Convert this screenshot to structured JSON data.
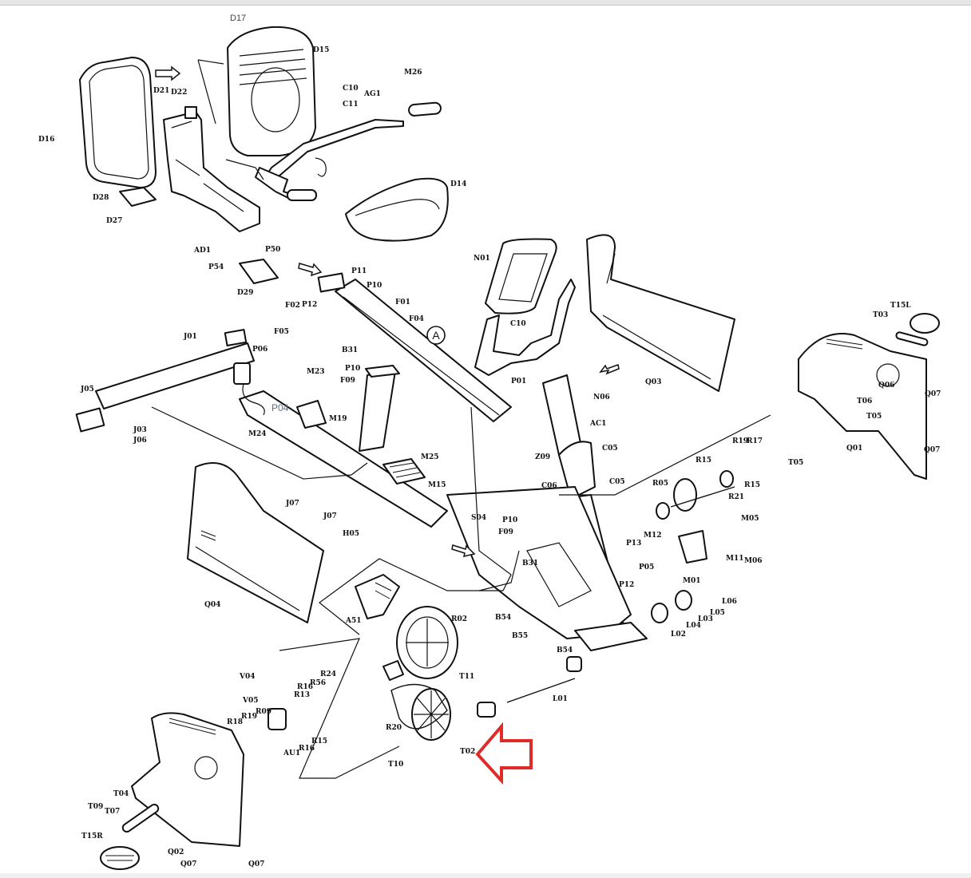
{
  "diagram": {
    "callout_letter": "A",
    "highlight_color": "#e12a2a",
    "labels": [
      {
        "id": "d17",
        "text": "D17"
      },
      {
        "id": "d15",
        "text": "D15"
      },
      {
        "id": "d16",
        "text": "D16"
      },
      {
        "id": "d21",
        "text": "D21"
      },
      {
        "id": "d22",
        "text": "D22"
      },
      {
        "id": "d28",
        "text": "D28"
      },
      {
        "id": "d27",
        "text": "D27"
      },
      {
        "id": "c10a",
        "text": "C10"
      },
      {
        "id": "c11",
        "text": "C11"
      },
      {
        "id": "ag1",
        "text": "AG1"
      },
      {
        "id": "m26",
        "text": "M26"
      },
      {
        "id": "d14",
        "text": "D14"
      },
      {
        "id": "ad1",
        "text": "AD1"
      },
      {
        "id": "p54",
        "text": "P54"
      },
      {
        "id": "p50",
        "text": "P50"
      },
      {
        "id": "d29",
        "text": "D29"
      },
      {
        "id": "p11",
        "text": "P11"
      },
      {
        "id": "p10a",
        "text": "P10"
      },
      {
        "id": "f01",
        "text": "F01"
      },
      {
        "id": "f04",
        "text": "F04"
      },
      {
        "id": "f02",
        "text": "F02"
      },
      {
        "id": "p12a",
        "text": "P12"
      },
      {
        "id": "f05",
        "text": "F05"
      },
      {
        "id": "n01",
        "text": "N01"
      },
      {
        "id": "c10b",
        "text": "C10"
      },
      {
        "id": "q03",
        "text": "Q03"
      },
      {
        "id": "t15l",
        "text": "T15L"
      },
      {
        "id": "t03",
        "text": "T03"
      },
      {
        "id": "j01",
        "text": "J01"
      },
      {
        "id": "p06",
        "text": "P06"
      },
      {
        "id": "b31",
        "text": "B31"
      },
      {
        "id": "p10b",
        "text": "P10"
      },
      {
        "id": "f09a",
        "text": "F09"
      },
      {
        "id": "p01",
        "text": "P01"
      },
      {
        "id": "n06",
        "text": "N06"
      },
      {
        "id": "q06",
        "text": "Q06"
      },
      {
        "id": "t06",
        "text": "T06"
      },
      {
        "id": "t05a",
        "text": "T05"
      },
      {
        "id": "q07a",
        "text": "Q07"
      },
      {
        "id": "j05",
        "text": "J05"
      },
      {
        "id": "m23",
        "text": "M23"
      },
      {
        "id": "p04",
        "text": "P04"
      },
      {
        "id": "m24",
        "text": "M24"
      },
      {
        "id": "m19",
        "text": "M19"
      },
      {
        "id": "ac1",
        "text": "AC1"
      },
      {
        "id": "c05a",
        "text": "C05"
      },
      {
        "id": "r19a",
        "text": "R19"
      },
      {
        "id": "r17",
        "text": "R17"
      },
      {
        "id": "t05b",
        "text": "T05"
      },
      {
        "id": "q01",
        "text": "Q01"
      },
      {
        "id": "q07b",
        "text": "Q07"
      },
      {
        "id": "j03",
        "text": "J03"
      },
      {
        "id": "j06",
        "text": "J06"
      },
      {
        "id": "z09",
        "text": "Z09"
      },
      {
        "id": "m25",
        "text": "M25"
      },
      {
        "id": "m15",
        "text": "M15"
      },
      {
        "id": "c06",
        "text": "C06"
      },
      {
        "id": "c05b",
        "text": "C05"
      },
      {
        "id": "r05",
        "text": "R05"
      },
      {
        "id": "r15a",
        "text": "R15"
      },
      {
        "id": "r15b",
        "text": "R15"
      },
      {
        "id": "r21",
        "text": "R21"
      },
      {
        "id": "m05",
        "text": "M05"
      },
      {
        "id": "j07a",
        "text": "J07"
      },
      {
        "id": "j07b",
        "text": "J07"
      },
      {
        "id": "h05",
        "text": "H05"
      },
      {
        "id": "s04",
        "text": "S04"
      },
      {
        "id": "p10c",
        "text": "P10"
      },
      {
        "id": "f09b",
        "text": "F09"
      },
      {
        "id": "p13",
        "text": "P13"
      },
      {
        "id": "m12",
        "text": "M12"
      },
      {
        "id": "p05",
        "text": "P05"
      },
      {
        "id": "p12b",
        "text": "P12"
      },
      {
        "id": "m11",
        "text": "M11"
      },
      {
        "id": "m06",
        "text": "M06"
      },
      {
        "id": "m01",
        "text": "M01"
      },
      {
        "id": "q04",
        "text": "Q04"
      },
      {
        "id": "b31b",
        "text": "B31"
      },
      {
        "id": "a51",
        "text": "A51"
      },
      {
        "id": "r02",
        "text": "R02"
      },
      {
        "id": "b54a",
        "text": "B54"
      },
      {
        "id": "b55",
        "text": "B55"
      },
      {
        "id": "b54b",
        "text": "B54"
      },
      {
        "id": "l06",
        "text": "L06"
      },
      {
        "id": "l05",
        "text": "L05"
      },
      {
        "id": "l03",
        "text": "L03"
      },
      {
        "id": "l04",
        "text": "L04"
      },
      {
        "id": "l02",
        "text": "L02"
      },
      {
        "id": "v04",
        "text": "V04"
      },
      {
        "id": "r24",
        "text": "R24"
      },
      {
        "id": "r16a",
        "text": "R16"
      },
      {
        "id": "r56",
        "text": "R56"
      },
      {
        "id": "r13",
        "text": "R13"
      },
      {
        "id": "t11",
        "text": "T11"
      },
      {
        "id": "l01",
        "text": "L01"
      },
      {
        "id": "v05",
        "text": "V05"
      },
      {
        "id": "r09",
        "text": "R09"
      },
      {
        "id": "r19b",
        "text": "R19"
      },
      {
        "id": "r18",
        "text": "R18"
      },
      {
        "id": "r20",
        "text": "R20"
      },
      {
        "id": "au1",
        "text": "AU1"
      },
      {
        "id": "r16b",
        "text": "R16"
      },
      {
        "id": "r15c",
        "text": "R15"
      },
      {
        "id": "t02",
        "text": "T02"
      },
      {
        "id": "t10",
        "text": "T10"
      },
      {
        "id": "t04",
        "text": "T04"
      },
      {
        "id": "t09",
        "text": "T09"
      },
      {
        "id": "t07",
        "text": "T07"
      },
      {
        "id": "t15r",
        "text": "T15R"
      },
      {
        "id": "q02",
        "text": "Q02"
      },
      {
        "id": "q07c",
        "text": "Q07"
      },
      {
        "id": "q07d",
        "text": "Q07"
      }
    ]
  }
}
